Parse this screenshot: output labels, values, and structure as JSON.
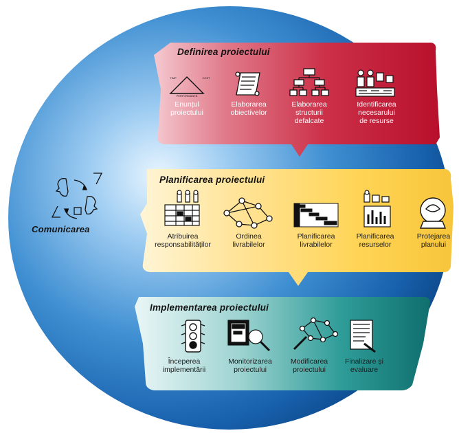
{
  "comunicare": {
    "label": "Comunicarea"
  },
  "definire": {
    "title": "Definirea proiectului",
    "triangle_labels": {
      "top_left": "TIMP",
      "top_right": "COST",
      "bottom": "PERFORMANȚĂ"
    },
    "items": [
      {
        "label": "Enunțul\nproiectului",
        "icon": "triangle-icon"
      },
      {
        "label": "Elaborarea\nobiectivelor",
        "icon": "scroll-icon"
      },
      {
        "label": "Elaborarea\nstructurii\ndefalcate",
        "icon": "org-chart-icon"
      },
      {
        "label": "Identificarea\nnecesarului\nde resurse",
        "icon": "resources-icon"
      }
    ]
  },
  "planificare": {
    "title": "Planificarea proiectului",
    "items": [
      {
        "label": "Atribuirea\nresponsabilităților",
        "icon": "matrix-icon"
      },
      {
        "label": "Ordinea\nlivrabilelor",
        "icon": "network-icon"
      },
      {
        "label": "Planificarea\nlivrabilelor",
        "icon": "gantt-icon"
      },
      {
        "label": "Planificarea\nresurselor",
        "icon": "resource-chart-icon"
      },
      {
        "label": "Protejarea\nplanului",
        "icon": "crystal-ball-icon"
      }
    ]
  },
  "implementare": {
    "title": "Implementarea proiectului",
    "items": [
      {
        "label": "Începerea\nimplementării",
        "icon": "traffic-light-icon"
      },
      {
        "label": "Monitorizarea\nproiectului",
        "icon": "monitor-icon"
      },
      {
        "label": "Modificarea\nproiectului",
        "icon": "modify-network-icon"
      },
      {
        "label": "Finalizare și\nevaluare",
        "icon": "checklist-icon"
      }
    ]
  },
  "colors": {
    "sphere_light": "#dcefff",
    "sphere_mid": "#3b8fd4",
    "sphere_dark": "#0f4f94",
    "band_red": "#c8233d",
    "band_yellow": "#ffd24a",
    "band_teal": "#147e7e"
  }
}
